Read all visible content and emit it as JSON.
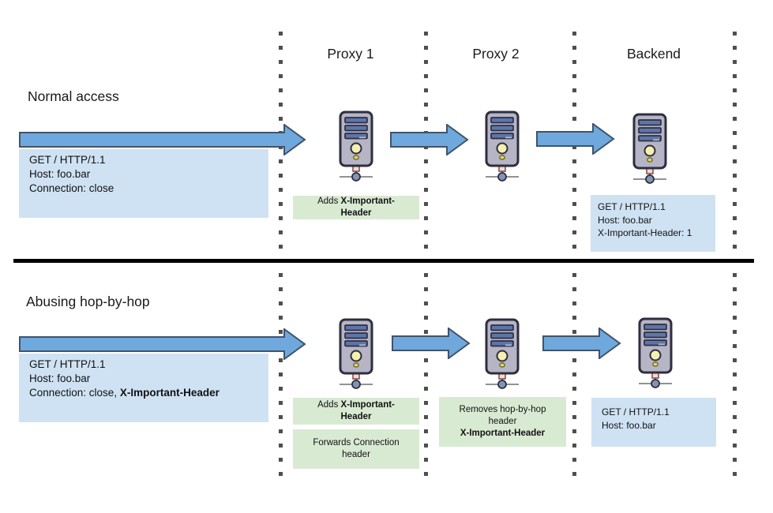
{
  "columns": [
    {
      "label": "Proxy 1"
    },
    {
      "label": "Proxy 2"
    },
    {
      "label": "Backend"
    }
  ],
  "colors": {
    "arrow_fill": "#6FA8DC",
    "arrow_stroke": "#41536B",
    "request_box_bg": "#CFE2F3",
    "note_box_bg": "#D9EAD3",
    "divider": "#000000",
    "dotted_line": "#4F4F4F"
  },
  "icons": {
    "server": "server-icon",
    "arrow": "flow-arrow-icon"
  },
  "top": {
    "title": "Normal access",
    "client_request": {
      "line1": "GET / HTTP/1.1",
      "line2": "Host: foo.bar",
      "line3": "Connection: close"
    },
    "proxy1_note": {
      "prefix": "Adds ",
      "header_name": "X-Important-Header"
    },
    "backend_request": {
      "line1": "GET / HTTP/1.1",
      "line2": "Host: foo.bar",
      "line3": "X-Important-Header: 1"
    }
  },
  "bottom": {
    "title": "Abusing hop-by-hop",
    "client_request": {
      "line1": "GET / HTTP/1.1",
      "line2": "Host: foo.bar",
      "line3_prefix": "Connection: close, ",
      "line3_bold": "X-Important-Header"
    },
    "proxy1_note1": {
      "prefix": "Adds ",
      "header_name": "X-Important-Header"
    },
    "proxy1_note2": "Forwards Connection header",
    "proxy2_note": {
      "text": "Removes hop-by-hop header",
      "header_name": "X-Important-Header"
    },
    "backend_request": {
      "line1": "GET / HTTP/1.1",
      "line2": "Host: foo.bar"
    }
  }
}
